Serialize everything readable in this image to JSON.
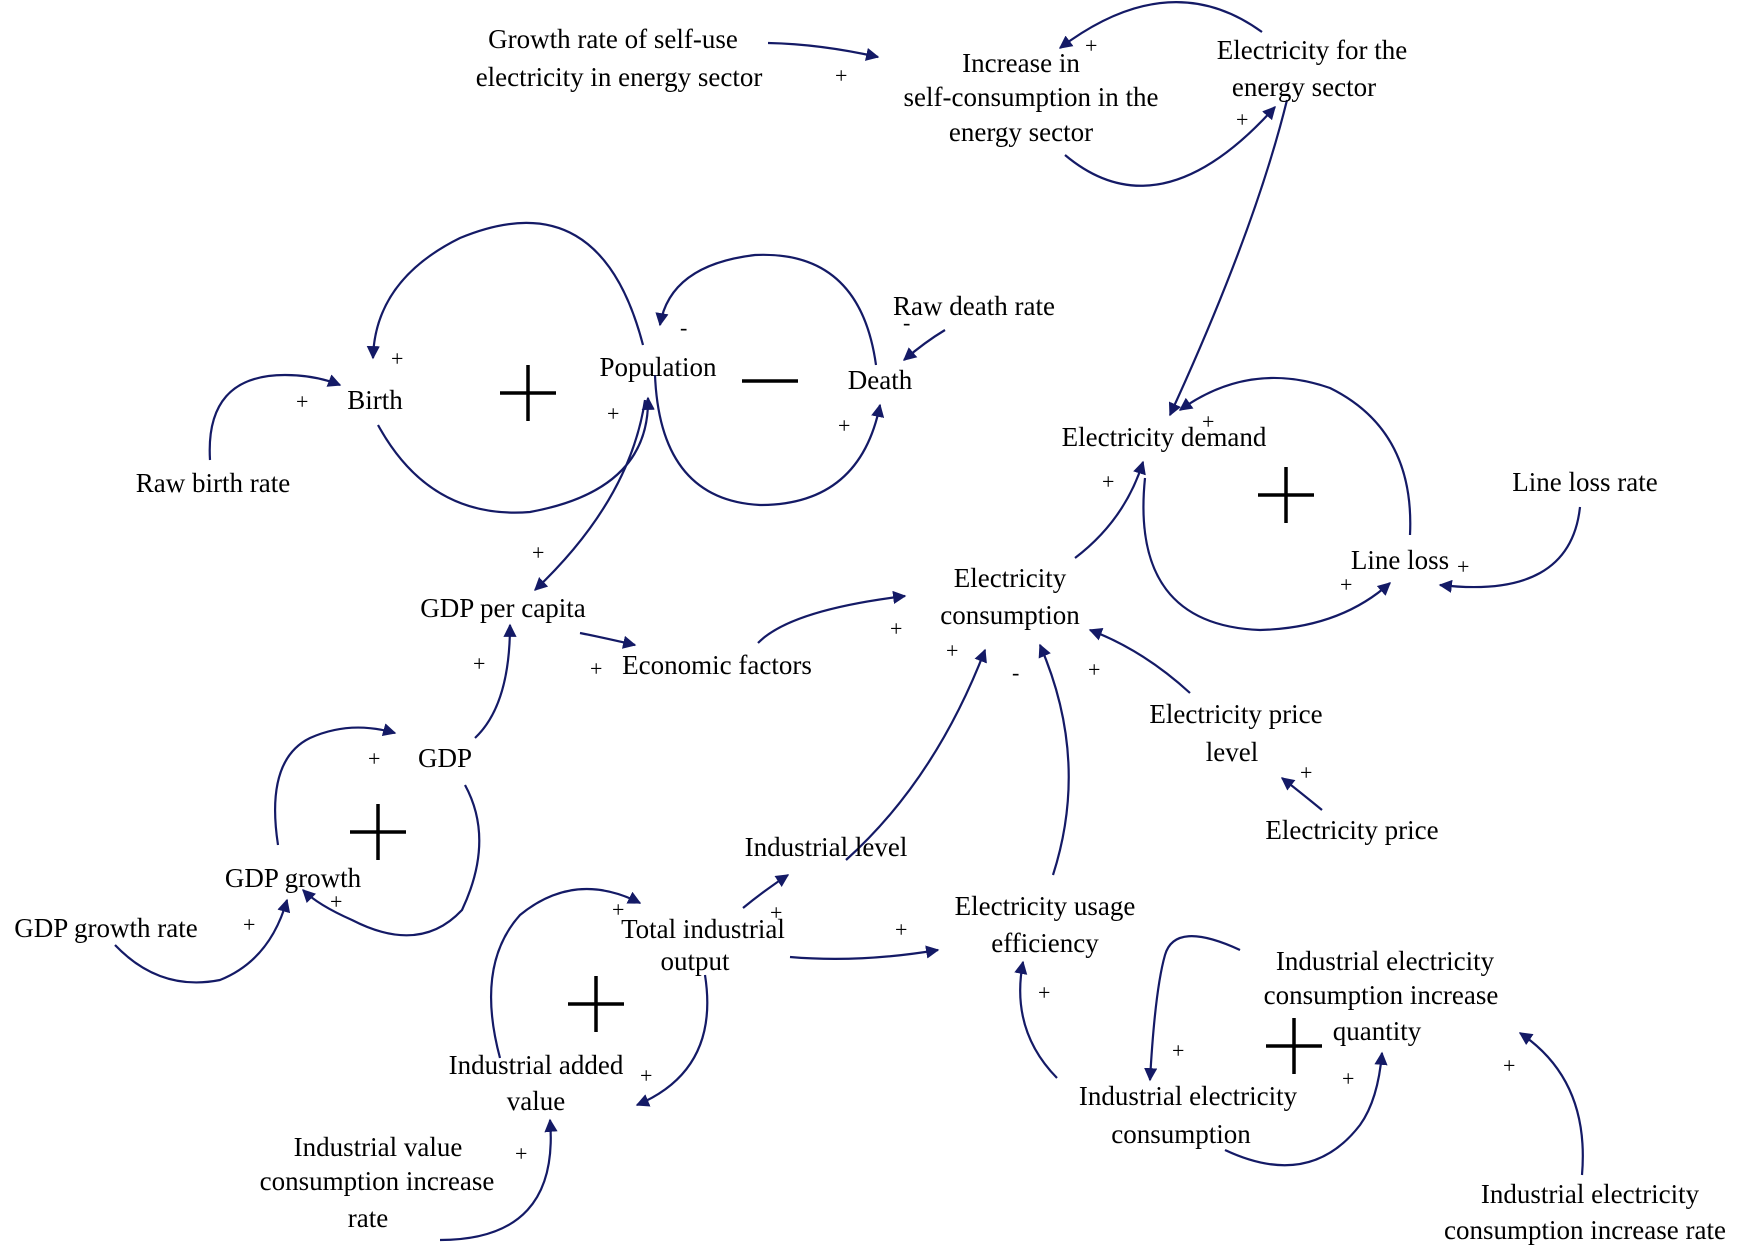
{
  "colors": {
    "arrow": "#141a66",
    "text": "#000000",
    "loop_sign": "#000000"
  },
  "variables": [
    {
      "id": "growth_self_use_1",
      "text": "Growth rate of self-use"
    },
    {
      "id": "growth_self_use_2",
      "text": "electricity in energy sector"
    },
    {
      "id": "increase_self_1",
      "text": "Increase in"
    },
    {
      "id": "increase_self_2",
      "text": "self-consumption in the"
    },
    {
      "id": "increase_self_3",
      "text": "energy sector"
    },
    {
      "id": "elec_energy_1",
      "text": "Electricity for the"
    },
    {
      "id": "elec_energy_2",
      "text": "energy sector"
    },
    {
      "id": "raw_death_rate",
      "text": "Raw death rate"
    },
    {
      "id": "population",
      "text": "Population"
    },
    {
      "id": "death",
      "text": "Death"
    },
    {
      "id": "birth",
      "text": "Birth"
    },
    {
      "id": "raw_birth_rate",
      "text": "Raw birth rate"
    },
    {
      "id": "elec_demand",
      "text": "Electricity demand"
    },
    {
      "id": "line_loss_rate",
      "text": "Line loss rate"
    },
    {
      "id": "line_loss",
      "text": "Line loss"
    },
    {
      "id": "elec_consumption_1",
      "text": "Electricity"
    },
    {
      "id": "elec_consumption_2",
      "text": "consumption"
    },
    {
      "id": "gdp_per_capita",
      "text": "GDP per capita"
    },
    {
      "id": "economic_factors",
      "text": "Economic factors"
    },
    {
      "id": "elec_price_level_1",
      "text": "Electricity price"
    },
    {
      "id": "elec_price_level_2",
      "text": "level"
    },
    {
      "id": "elec_price",
      "text": "Electricity price"
    },
    {
      "id": "gdp",
      "text": "GDP"
    },
    {
      "id": "gdp_growth",
      "text": "GDP growth"
    },
    {
      "id": "gdp_growth_rate",
      "text": "GDP growth rate"
    },
    {
      "id": "industrial_level",
      "text": "Industrial level"
    },
    {
      "id": "total_output_1",
      "text": "Total industrial"
    },
    {
      "id": "total_output_2",
      "text": "output"
    },
    {
      "id": "usage_eff_1",
      "text": "Electricity usage"
    },
    {
      "id": "usage_eff_2",
      "text": "efficiency"
    },
    {
      "id": "added_value_1",
      "text": "Industrial added"
    },
    {
      "id": "added_value_2",
      "text": "value"
    },
    {
      "id": "value_rate_1",
      "text": "Industrial value"
    },
    {
      "id": "value_rate_2",
      "text": "consumption increase"
    },
    {
      "id": "value_rate_3",
      "text": "rate"
    },
    {
      "id": "ind_inc_qty_1",
      "text": "Industrial electricity"
    },
    {
      "id": "ind_inc_qty_2",
      "text": "consumption increase"
    },
    {
      "id": "ind_inc_qty_3",
      "text": "quantity"
    },
    {
      "id": "ind_elec_cons_1",
      "text": "Industrial electricity"
    },
    {
      "id": "ind_elec_cons_2",
      "text": "consumption"
    },
    {
      "id": "ind_inc_rate_1",
      "text": "Industrial electricity"
    },
    {
      "id": "ind_inc_rate_2",
      "text": "consumption increase rate"
    }
  ],
  "link_polarities": [
    "+",
    "+",
    "+",
    "+",
    "+",
    "-",
    "-",
    "+",
    "+",
    "+",
    "+",
    "+",
    "+",
    "+",
    "+",
    "+",
    "+",
    "+",
    "+",
    "+",
    "+",
    "-",
    "+",
    "+",
    "+",
    "+",
    "+",
    "+",
    "+",
    "+",
    "+",
    "+",
    "+",
    "+",
    "+",
    "+"
  ],
  "loop_signs": [
    "+",
    "−",
    "+",
    "+",
    "+",
    "+"
  ]
}
